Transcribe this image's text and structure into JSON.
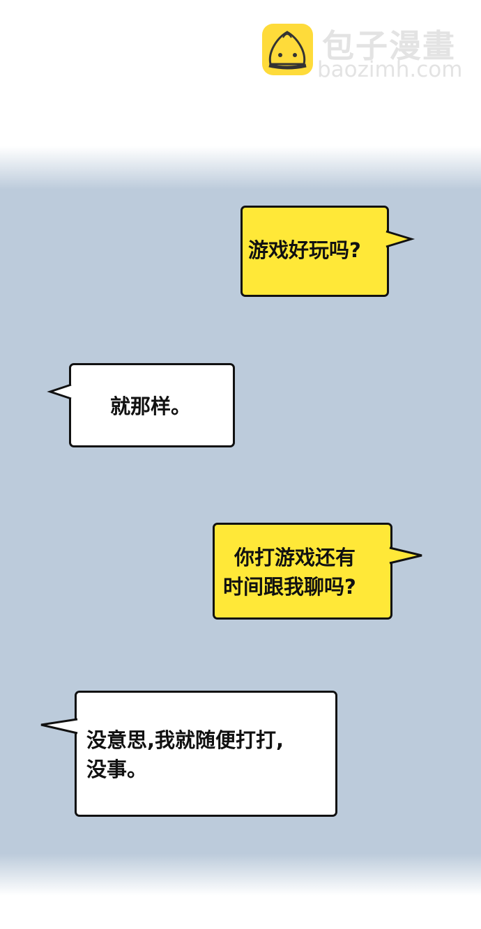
{
  "watermark": {
    "name_cn": "包子漫畫",
    "domain": "baozimh.com",
    "logo_color": "#fedb3a"
  },
  "colors": {
    "panel_bg": "#bccbdb",
    "bubble_yellow": "#ffe838",
    "bubble_white": "#ffffff"
  },
  "bubbles": [
    {
      "speaker": "right",
      "text": "游戏好玩吗?"
    },
    {
      "speaker": "left",
      "text": "就那样。"
    },
    {
      "speaker": "right",
      "lines": [
        "你打游戏还有",
        "时间跟我聊吗?"
      ]
    },
    {
      "speaker": "left",
      "lines": [
        "没意思,我就随便打打,",
        "没事。"
      ]
    }
  ]
}
